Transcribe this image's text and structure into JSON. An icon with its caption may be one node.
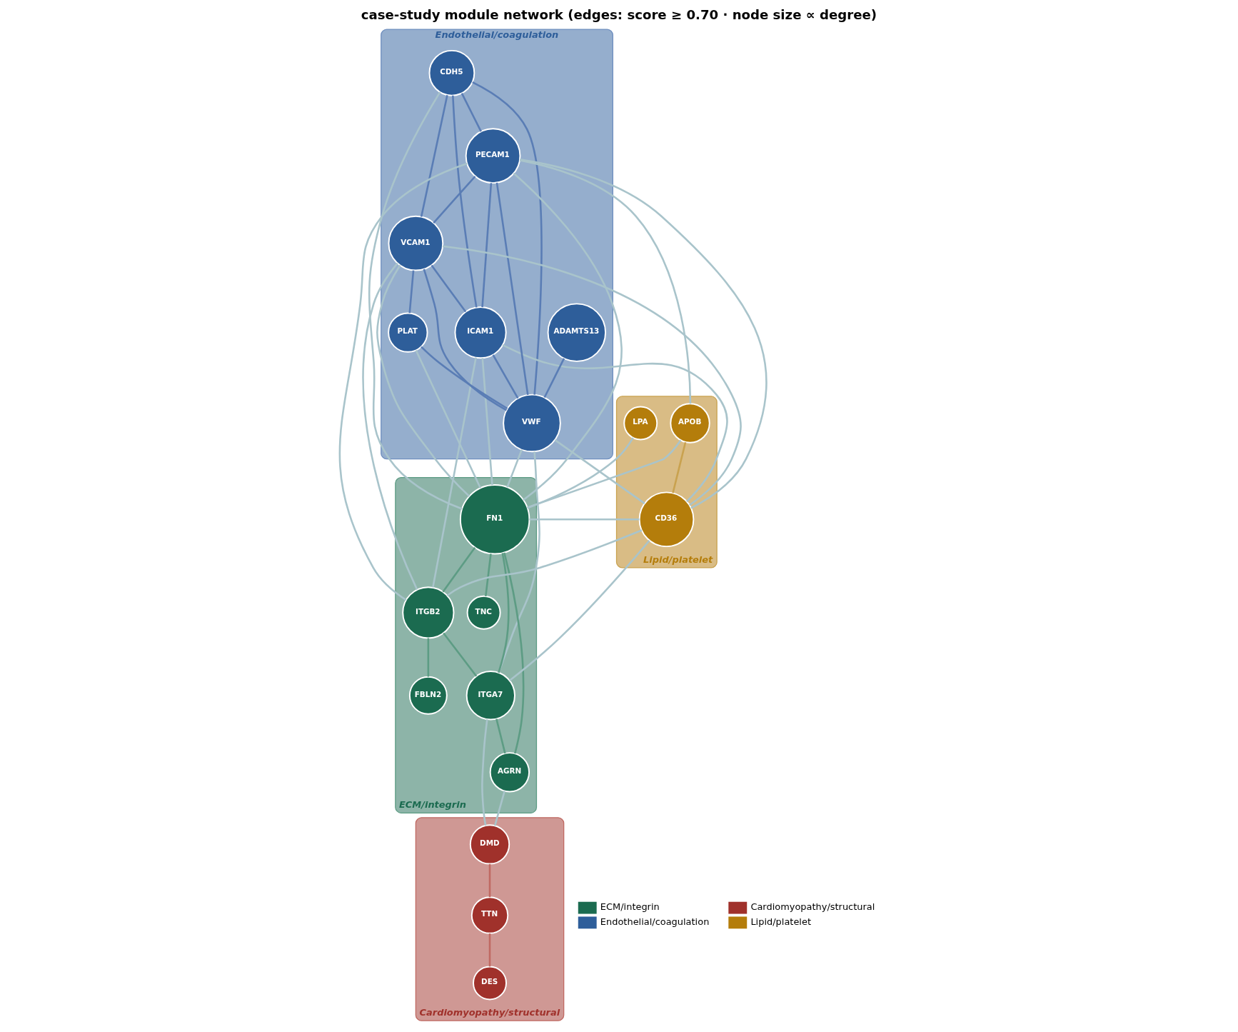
{
  "diagram": {
    "title": "case-study module network (edges: score ≥ 0.70 · node size ∝ degree)",
    "nodes": [
      {
        "text": [
          "Endothelial/coagulation"
        ]
      },
      {
        "text": [
          "CDH5"
        ],
        "in": 0
      },
      {
        "text": [
          "ICAM1"
        ],
        "in": 0
      },
      {
        "text": [
          "PECAM1"
        ],
        "in": 0
      },
      {
        "text": [
          "VCAM1"
        ],
        "in": 0
      },
      {
        "text": [
          "PLAT"
        ],
        "in": 0
      },
      {
        "text": [
          "ADAMTS13"
        ],
        "in": 0
      },
      {
        "text": [
          "VWF"
        ],
        "in": 0
      },
      {
        "text": [
          "ECM/integrin"
        ]
      },
      {
        "text": [
          "FBLN2"
        ],
        "in": 8
      },
      {
        "text": [
          "ITGB2"
        ],
        "in": 8
      },
      {
        "text": [
          "ITGA7"
        ],
        "in": 8
      },
      {
        "text": [
          "FN1"
        ],
        "in": 8
      },
      {
        "text": [
          "AGRN"
        ],
        "in": 8
      },
      {
        "text": [
          "TNC"
        ],
        "in": 8
      },
      {
        "text": [
          "Lipid/platelet"
        ]
      },
      {
        "text": [
          "CD36"
        ],
        "in": 15
      },
      {
        "text": [
          "APOB"
        ],
        "in": 15
      },
      {
        "text": [
          "LPA"
        ],
        "in": 15
      },
      {
        "text": [
          "Cardiomyopathy/structural"
        ]
      },
      {
        "text": [
          "DES"
        ],
        "in": 19
      },
      {
        "text": [
          "DMD"
        ],
        "in": 19
      },
      {
        "text": [
          "TTN"
        ],
        "in": 19
      }
    ],
    "edges": [
      {
        "from": 1,
        "to": 2,
        "arrow": "none",
        "color": "#5a7db5"
      },
      {
        "from": 1,
        "to": 3,
        "arrow": "none",
        "color": "#5a7db5"
      },
      {
        "from": 1,
        "to": 4,
        "arrow": "none",
        "color": "#5a7db5"
      },
      {
        "from": 1,
        "to": 7,
        "arrow": "none",
        "color": "#5a7db5"
      },
      {
        "from": 3,
        "to": 2,
        "arrow": "none",
        "color": "#5a7db5"
      },
      {
        "from": 3,
        "to": 4,
        "arrow": "none",
        "color": "#5a7db5"
      },
      {
        "from": 4,
        "to": 2,
        "arrow": "none",
        "color": "#5a7db5"
      },
      {
        "from": 4,
        "to": 5,
        "arrow": "none",
        "color": "#5a7db5"
      },
      {
        "from": 4,
        "to": 7,
        "arrow": "none",
        "color": "#5a7db5"
      },
      {
        "from": 3,
        "to": 7,
        "arrow": "none",
        "color": "#5a7db5"
      },
      {
        "from": 2,
        "to": 7,
        "arrow": "none",
        "color": "#5a7db5"
      },
      {
        "from": 5,
        "to": 7,
        "arrow": "none",
        "color": "#5a7db5"
      },
      {
        "from": 6,
        "to": 7,
        "arrow": "none",
        "color": "#5a7db5"
      },
      {
        "from": 1,
        "to": 12,
        "arrow": "none"
      },
      {
        "from": 2,
        "to": 10,
        "arrow": "none"
      },
      {
        "from": 2,
        "to": 12,
        "arrow": "none"
      },
      {
        "from": 2,
        "to": 16,
        "arrow": "none"
      },
      {
        "from": 3,
        "to": 10,
        "arrow": "none"
      },
      {
        "from": 3,
        "to": 12,
        "arrow": "none"
      },
      {
        "from": 3,
        "to": 17,
        "arrow": "none"
      },
      {
        "from": 3,
        "to": 16,
        "arrow": "none"
      },
      {
        "from": 4,
        "to": 10,
        "arrow": "none"
      },
      {
        "from": 4,
        "to": 12,
        "arrow": "none"
      },
      {
        "from": 4,
        "to": 16,
        "arrow": "none"
      },
      {
        "from": 5,
        "to": 12,
        "arrow": "none"
      },
      {
        "from": 7,
        "to": 12,
        "arrow": "none"
      },
      {
        "from": 7,
        "to": 11,
        "arrow": "none"
      },
      {
        "from": 7,
        "to": 16,
        "arrow": "none"
      },
      {
        "from": 16,
        "to": 12,
        "arrow": "none"
      },
      {
        "from": 16,
        "to": 10,
        "arrow": "none"
      },
      {
        "from": 16,
        "to": 11,
        "arrow": "none"
      },
      {
        "from": 17,
        "to": 12,
        "arrow": "none"
      },
      {
        "from": 18,
        "to": 12,
        "arrow": "none"
      },
      {
        "from": 13,
        "to": 21,
        "arrow": "none"
      },
      {
        "from": 11,
        "to": 21,
        "arrow": "none"
      },
      {
        "from": 12,
        "to": 10,
        "arrow": "none",
        "color": "#5d9c84"
      },
      {
        "from": 10,
        "to": 9,
        "arrow": "none",
        "color": "#5d9c84"
      },
      {
        "from": 10,
        "to": 11,
        "arrow": "none",
        "color": "#5d9c84"
      },
      {
        "from": 12,
        "to": 11,
        "arrow": "none",
        "color": "#5d9c84"
      },
      {
        "from": 12,
        "to": 13,
        "arrow": "none",
        "color": "#5d9c84"
      },
      {
        "from": 12,
        "to": 14,
        "arrow": "none",
        "color": "#5d9c84"
      },
      {
        "from": 11,
        "to": 13,
        "arrow": "none",
        "color": "#5d9c84"
      },
      {
        "from": 17,
        "to": 16,
        "arrow": "none",
        "color": "#c9a24f"
      },
      {
        "from": 21,
        "to": 22,
        "arrow": "none",
        "color": "#c06a63"
      },
      {
        "from": 22,
        "to": 20,
        "arrow": "none",
        "color": "#c06a63"
      }
    ],
    "legend": [
      {
        "text": "ECM/integrin",
        "color": "#1b6b50"
      },
      {
        "text": "Cardiomyopathy/structural",
        "color": "#a0312b"
      },
      {
        "text": "Endothelial/coagulation",
        "color": "#2e5e9a"
      },
      {
        "text": "Lipid/platelet",
        "color": "#b47d0b"
      }
    ]
  }
}
